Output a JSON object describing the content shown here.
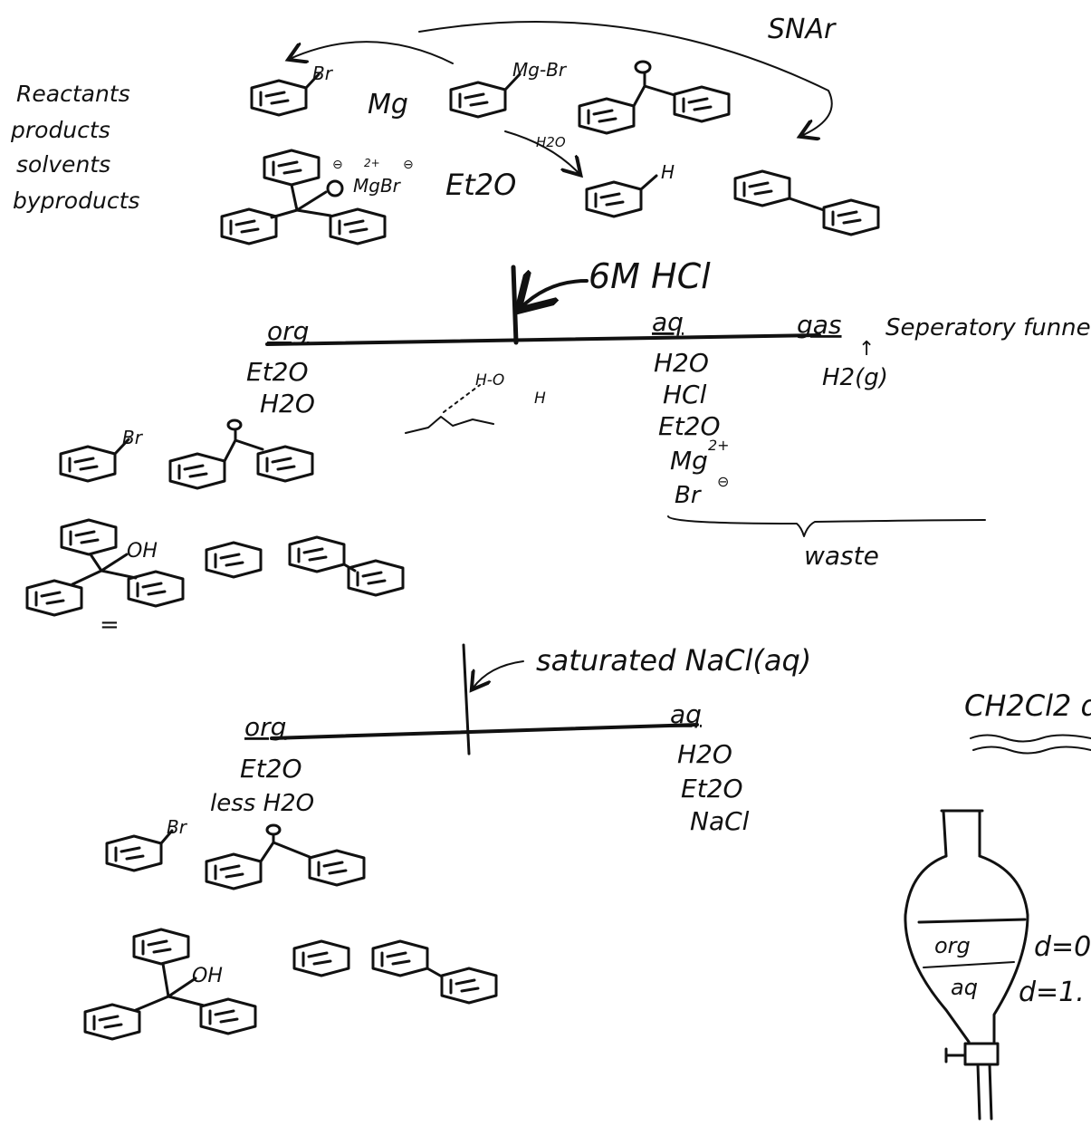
{
  "legend": [
    "Reactants",
    "products",
    "solvents",
    "byproducts"
  ],
  "reaction_labels": {
    "snar": "SNAr",
    "bromo": "Br",
    "magnesium": "Mg",
    "grignard": "Mg-Br",
    "water": "H2O",
    "hydrogen": "H",
    "oxide_charge": "⊖",
    "mg_charge": "2+",
    "alkoxide_salt": "MgBr",
    "ether": "Et2O"
  },
  "extraction1": {
    "reagent": "6M HCl",
    "org_header": "org",
    "aq_header": "aq",
    "gas_header": "gas",
    "funnel_note": "Seperatory funnel",
    "org_items": [
      "Et2O",
      "H2O"
    ],
    "aq_items": [
      "H2O",
      "HCl",
      "Et2O",
      "Mg",
      "Br"
    ],
    "mg_charge": "2+",
    "br_charge": "⊖",
    "gas_item": "H2(g)",
    "arrow_up": "↑",
    "waste": "waste",
    "hbond_label": "H-O",
    "hbond_h": "H",
    "alcohol": "OH",
    "bromo": "Br",
    "equals": "="
  },
  "extraction2": {
    "reagent": "saturated NaCl(aq)",
    "org_header": "org",
    "aq_header": "aq",
    "org_items": [
      "Et2O",
      "less H2O"
    ],
    "aq_items": [
      "H2O",
      "Et2O",
      "NaCl"
    ],
    "bromo": "Br",
    "alcohol": "OH"
  },
  "side_note": "CH2Cl2 d",
  "funnel": {
    "top_label": "org",
    "bottom_label": "aq",
    "density_top": "d=0",
    "density_bottom": "d=1."
  }
}
